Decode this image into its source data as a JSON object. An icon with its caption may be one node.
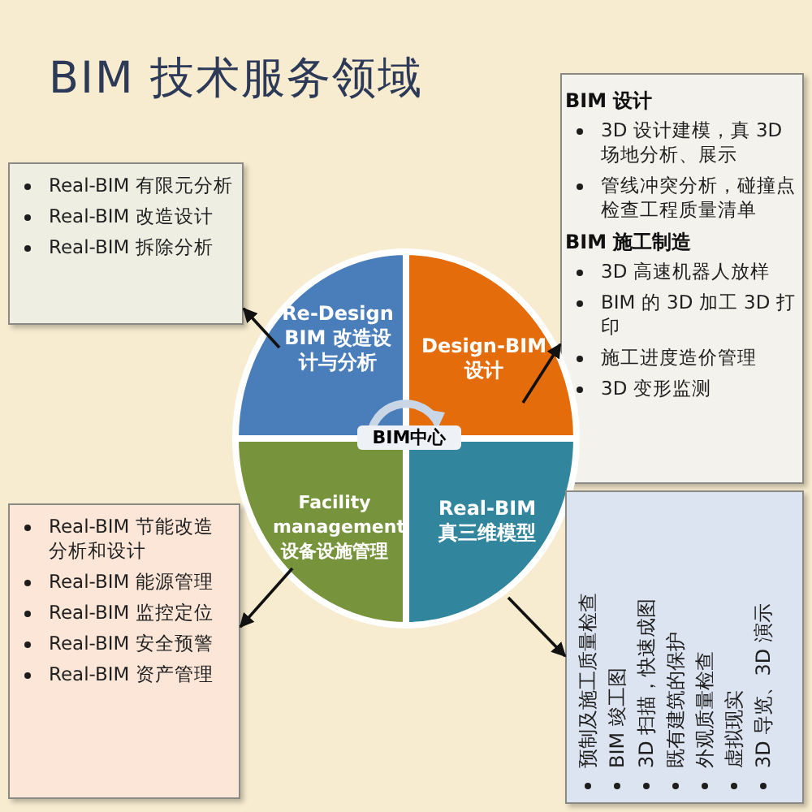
{
  "diagram": {
    "title": "BIM 技术服务领域",
    "nodes": [
      {
        "text": [
          "BIM 设计",
          "3D 设计建模，真 3D 场地分析、展示",
          "管线冲突分析，碰撞点检查工程质量清单",
          "BIM 施工制造",
          "3D 高速机器人放样",
          "BIM 的 3D 加工 3D 打印",
          "施工进度造价管理",
          "3D 变形监测"
        ]
      },
      {
        "text": [
          "Real-BIM 有限元分析",
          "Real-BIM 改造设计",
          "Real-BIM 拆除分析"
        ]
      },
      {
        "text": [
          "Re-Design BIM 改造设计与分析"
        ]
      },
      {
        "text": [
          "Design-BIM 设计"
        ]
      },
      {
        "text": [
          "BIM中心"
        ]
      },
      {
        "text": [
          "Facility management 设备设施管理"
        ]
      },
      {
        "text": [
          "Real-BIM 真三维模型"
        ]
      },
      {
        "text": [
          "Real-BIM 节能改造分析和设计",
          "Real-BIM 能源管理",
          "Real-BIM 监控定位",
          "Real-BIM 安全预警",
          "Real-BIM 资产管理"
        ]
      },
      {
        "text": [
          "预制及施工质量检查",
          "BIM 竣工图",
          "3D 扫描，快速成图",
          "既有建筑的保护",
          "外观质量检查",
          "虚拟现实",
          "3D 导览、3D 演示"
        ]
      }
    ],
    "edges": [
      {
        "from": 2,
        "to": 1,
        "arrow": "to"
      },
      {
        "from": 3,
        "to": 0,
        "arrow": "to"
      },
      {
        "from": 5,
        "to": 7,
        "arrow": "to"
      },
      {
        "from": 6,
        "to": 8,
        "arrow": "to"
      }
    ]
  }
}
